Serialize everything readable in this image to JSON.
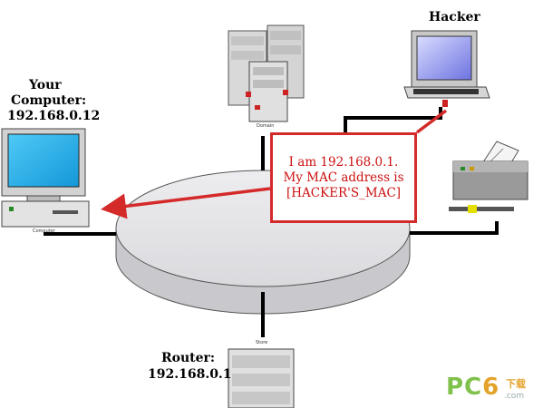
{
  "labels": {
    "hacker": "Hacker",
    "your_computer_line1": "Your",
    "your_computer_line2": "Computer:",
    "your_computer_ip": "192.168.0.12",
    "router_line1": "Router:",
    "router_ip": "192.168.0.1",
    "domain_server_tag": "Domain",
    "computer_tag": "Computer",
    "router_tag": "Store"
  },
  "spoof_message": {
    "line1": "I am 192.168.0.1.",
    "line2": "My MAC address is",
    "line3": "[HACKER'S_MAC]"
  },
  "watermark": {
    "pc": "PC",
    "six": "6",
    "cn": "下载",
    "domain": ".com"
  },
  "colors": {
    "arrow_red": "#d42a2a",
    "network_ring": "#e2e2e6",
    "cable": "#000000",
    "screen_blue": "#2fb4ee"
  }
}
